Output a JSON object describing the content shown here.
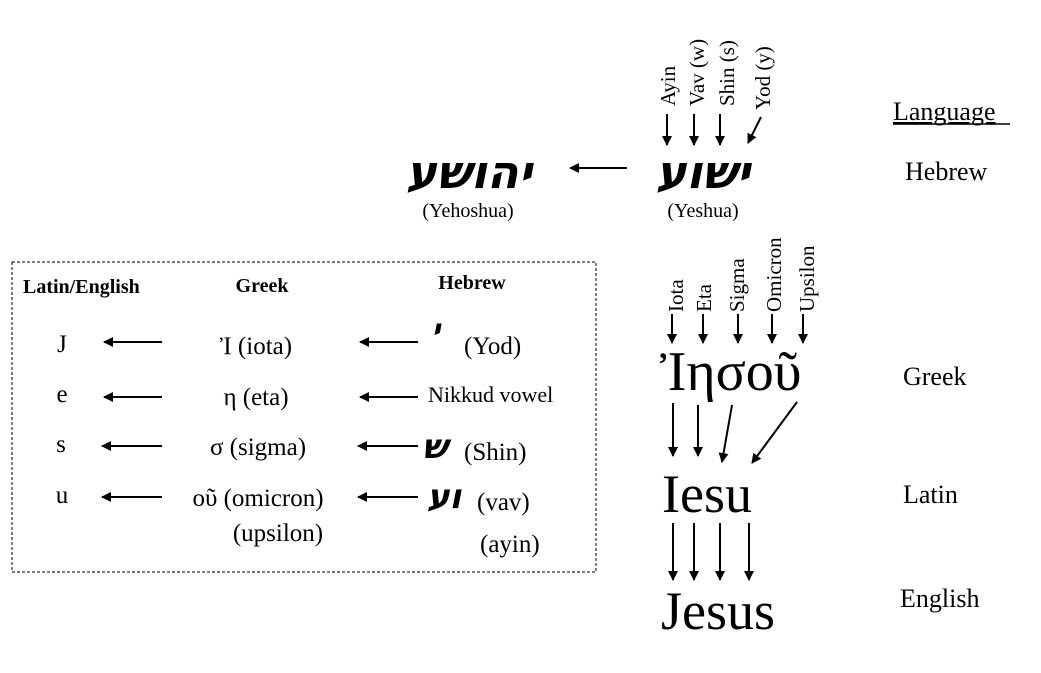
{
  "languages": {
    "heading": "Language",
    "hebrew": "Hebrew",
    "greek": "Greek",
    "latin": "Latin",
    "english": "English"
  },
  "hebrew": {
    "yehoshua_word": "יהושע",
    "yehoshua_label": "(Yehoshua)",
    "yeshua_word": "ישוע",
    "yeshua_label": "(Yeshua)",
    "letters": [
      "Ayin",
      "Vav (w)",
      "Shin (s)",
      "Yod (y)"
    ]
  },
  "greek": {
    "word": "Ἰησοῦ",
    "letters": [
      "Iota",
      "Eta",
      "Sigma",
      "Omicron",
      "Upsilon"
    ]
  },
  "latin": {
    "word": "Iesu"
  },
  "english": {
    "word": "Jesus"
  },
  "table": {
    "headers": [
      "Latin/English",
      "Greek",
      "Hebrew"
    ],
    "rows": [
      {
        "latin": "J",
        "greek": "Ἰ (iota)",
        "hebrew_glyph": "י",
        "hebrew": "(Yod)"
      },
      {
        "latin": "e",
        "greek": "η (eta)",
        "hebrew_glyph": "",
        "hebrew": "Nikkud vowel"
      },
      {
        "latin": "s",
        "greek": "σ (sigma)",
        "hebrew_glyph": "ש",
        "hebrew": "(Shin)"
      },
      {
        "latin": "u",
        "greek": "οῦ (omicron)",
        "greek2": "(upsilon)",
        "hebrew_glyph": "וע",
        "hebrew": "(vav)",
        "hebrew2": "(ayin)"
      }
    ]
  }
}
